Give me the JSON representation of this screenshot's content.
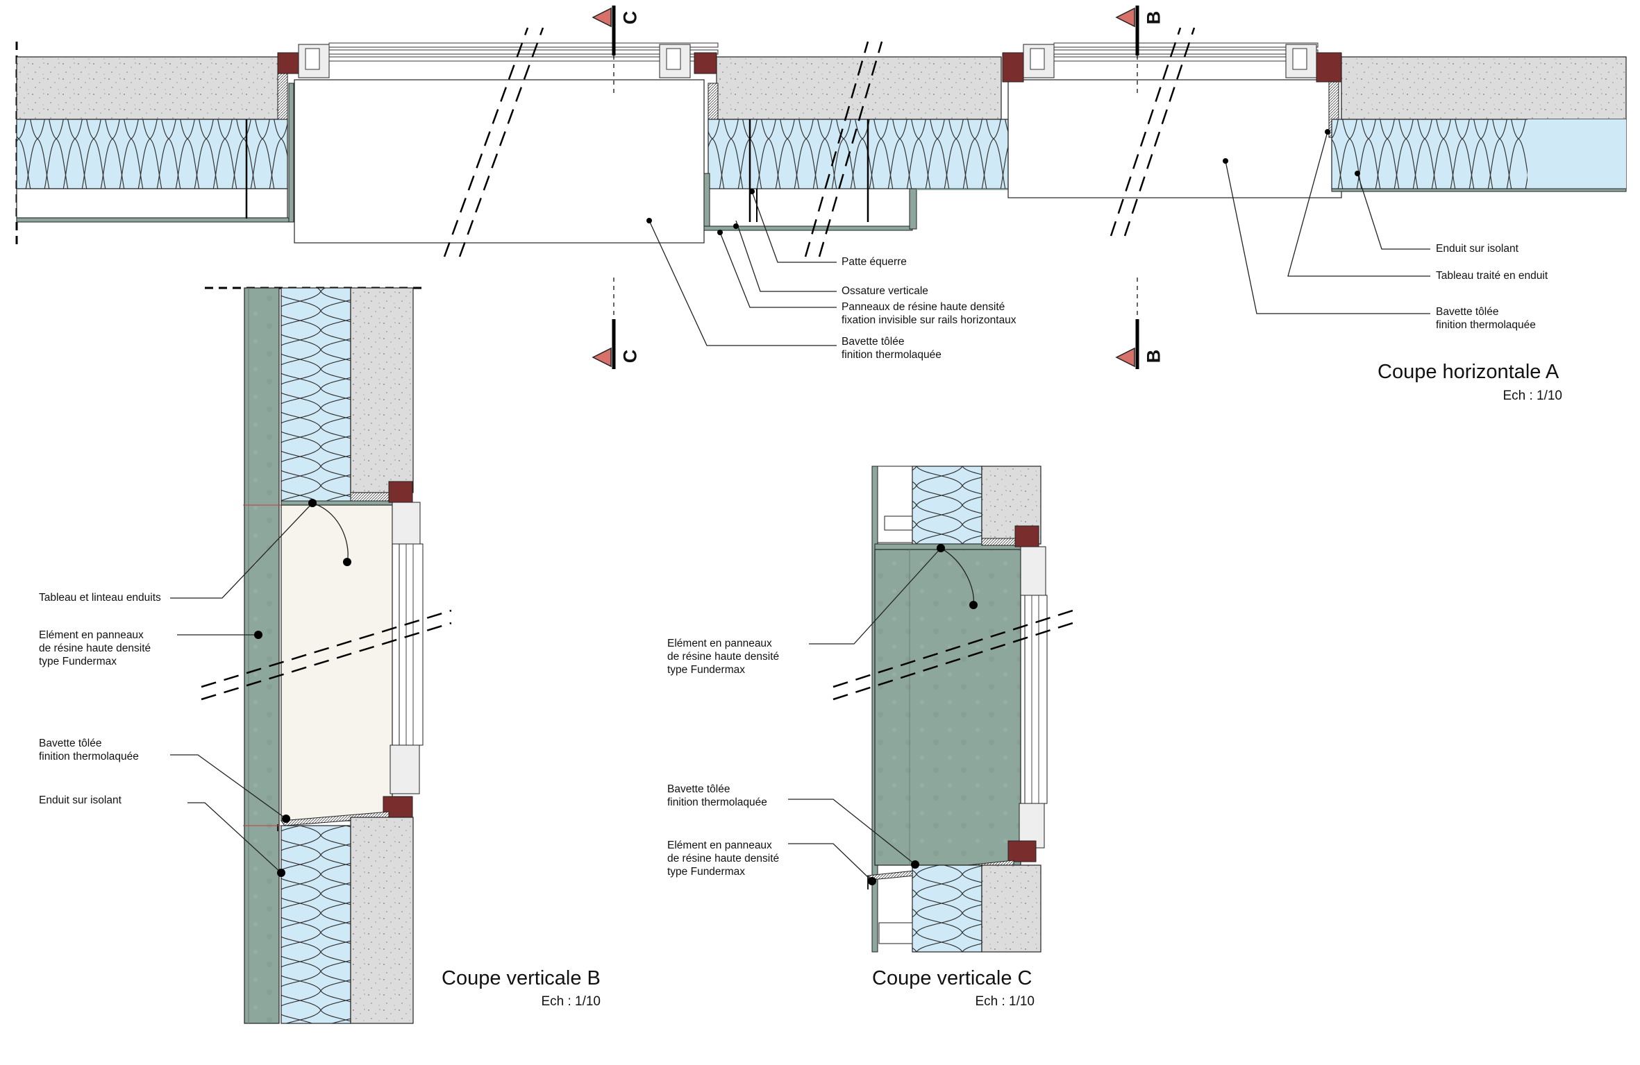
{
  "sections": {
    "horizontal_a": {
      "title": "Coupe horizontale A",
      "scale": "Ech : 1/10",
      "labels": {
        "patte": "Patte équerre",
        "ossature": "Ossature verticale",
        "panneaux_1": "Panneaux de résine haute densité",
        "panneaux_2": "fixation invisible sur rails horizontaux",
        "bavette_left_1": "Bavette tôlée",
        "bavette_left_2": "finition thermolaquée",
        "enduit": "Enduit sur isolant",
        "tableau": "Tableau traité en enduit",
        "bavette_right_1": "Bavette tôlée",
        "bavette_right_2": "finition thermolaquée"
      },
      "cut_markers": [
        "C",
        "B"
      ]
    },
    "vertical_b": {
      "title": "Coupe verticale B",
      "scale": "Ech : 1/10",
      "labels": {
        "tableau": "Tableau et linteau enduits",
        "element_1": "Elément en panneaux",
        "element_2": "de résine haute densité",
        "element_3": "type Fundermax",
        "bavette_1": "Bavette tôlée",
        "bavette_2": "finition thermolaquée",
        "enduit": "Enduit sur isolant"
      }
    },
    "vertical_c": {
      "title": "Coupe verticale C",
      "scale": "Ech : 1/10",
      "labels": {
        "element_top_1": "Elément en panneaux",
        "element_top_2": "de résine haute densité",
        "element_top_3": "type Fundermax",
        "bavette_1": "Bavette tôlée",
        "bavette_2": "finition thermolaquée",
        "element_bot_1": "Elément en panneaux",
        "element_bot_2": "de résine haute densité",
        "element_bot_3": "type Fundermax"
      }
    }
  },
  "colors": {
    "concrete": "#dcdcdc",
    "insulation": "#cfeaf6",
    "panel": "#8ea79c",
    "frame": "#7a2d2d",
    "render": "#f6f4ec",
    "marker": "#d9716b"
  }
}
